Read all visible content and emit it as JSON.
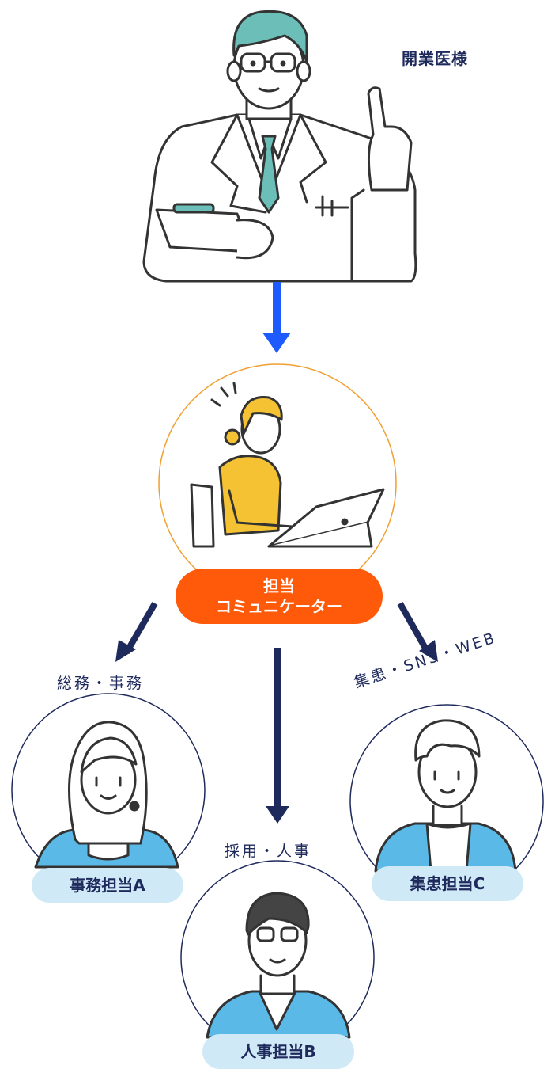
{
  "doctor": {
    "label": "開業医様"
  },
  "communicator": {
    "line1": "担当",
    "line2": "コミュニケーター"
  },
  "staff": [
    {
      "role": "総務・事務",
      "name": "事務担当A"
    },
    {
      "role": "採用・人事",
      "name": "人事担当B"
    },
    {
      "role": "集患・SNS・WEB",
      "name": "集患担当C"
    }
  ],
  "colors": {
    "navy": "#1f2a5c",
    "blue_arrow": "#1e5bff",
    "orange": "#ff5a0a",
    "orange_ring": "#f0a030",
    "light_blue": "#cfe9f7",
    "teal": "#6cbfb8",
    "yellow": "#f5c233",
    "sky": "#5bb9e8"
  }
}
